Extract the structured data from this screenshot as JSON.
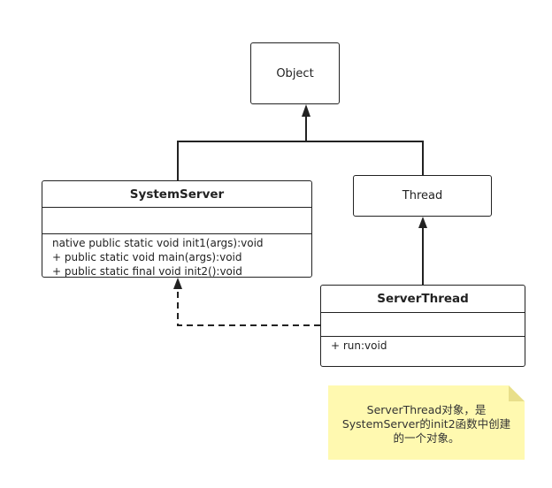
{
  "classes": {
    "object": {
      "name": "Object"
    },
    "thread": {
      "name": "Thread"
    },
    "system_server": {
      "name": "SystemServer",
      "operations": [
        "native public static void init1(args):void",
        "+ public static void main(args):void",
        "+ public static final void init2():void"
      ]
    },
    "server_thread": {
      "name": "ServerThread",
      "operations": [
        "+ run:void"
      ]
    }
  },
  "note": {
    "lines": [
      "ServerThread对象，是",
      "SystemServer的init2函数中创建",
      "的一个对象。"
    ]
  },
  "colors": {
    "stroke": "#222222",
    "note_fill": "#fff9b0",
    "note_fold": "#e8df8a"
  }
}
